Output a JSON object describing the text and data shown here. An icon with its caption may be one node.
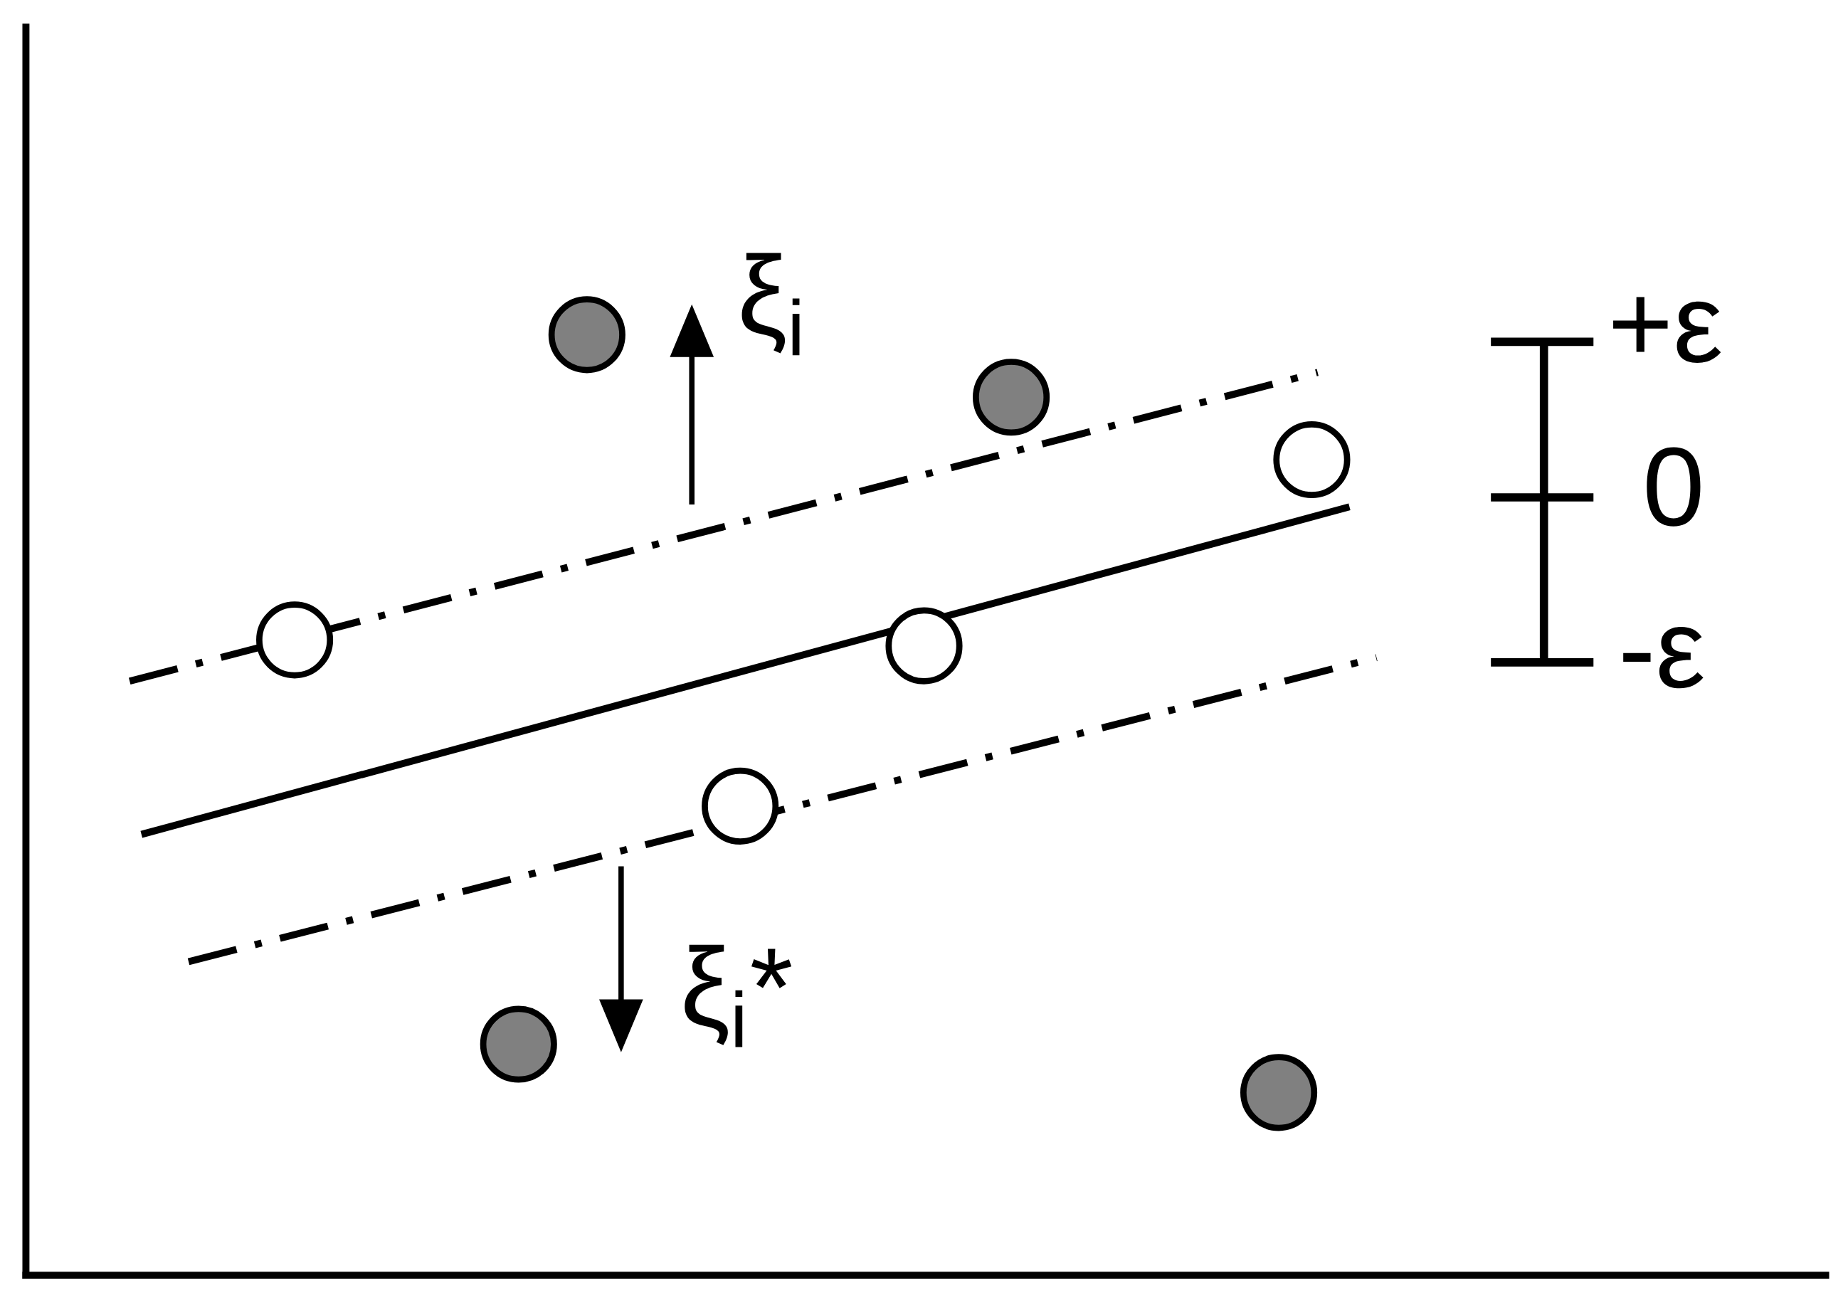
{
  "diagram": {
    "labels": [
      "ξ$_{i}$",
      "ξ$_{i}$*",
      "+ε",
      "0",
      "-ε"
    ]
  }
}
